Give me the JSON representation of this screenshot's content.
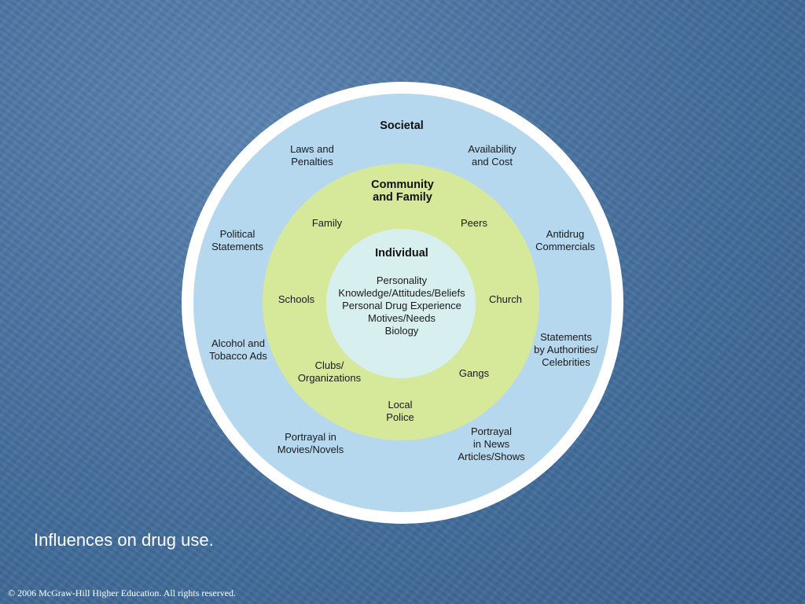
{
  "diagram": {
    "societal": {
      "title": "Societal",
      "items": [
        [
          "Laws and",
          "Penalties"
        ],
        [
          "Availability",
          "and Cost"
        ],
        [
          "Political",
          "Statements"
        ],
        [
          "Antidrug",
          "Commercials"
        ],
        [
          "Alcohol and",
          "Tobacco Ads"
        ],
        [
          "Statements",
          "by Authorities/",
          "Celebrities"
        ],
        [
          "Portrayal in",
          "Movies/Novels"
        ],
        [
          "Portrayal",
          "in News",
          "Articles/Shows"
        ]
      ]
    },
    "community": {
      "title": [
        "Community",
        "and Family"
      ],
      "items": [
        [
          "Family"
        ],
        [
          "Peers"
        ],
        [
          "Schools"
        ],
        [
          "Church"
        ],
        [
          "Clubs/",
          "Organizations"
        ],
        [
          "Gangs"
        ],
        [
          "Local",
          "Police"
        ]
      ]
    },
    "individual": {
      "title": "Individual",
      "items": [
        "Personality",
        "Knowledge/Attitudes/Beliefs",
        "Personal Drug Experience",
        "Motives/Needs",
        "Biology"
      ]
    },
    "colors": {
      "outer_ring": "#b5d8ef",
      "middle_ring": "#d6e89a",
      "inner_circle": "#d7efef",
      "border": "#ffffff"
    }
  },
  "caption": "Influences on drug use.",
  "copyright": "© 2006 McGraw-Hill Higher Education. All rights reserved."
}
